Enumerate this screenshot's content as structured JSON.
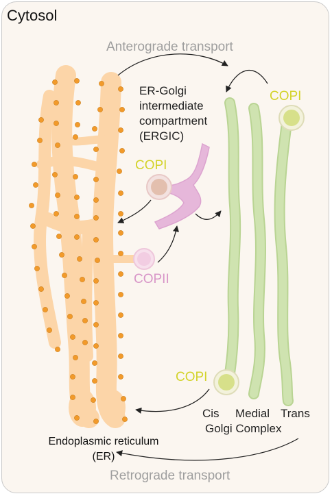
{
  "title": "Cytosol",
  "arrows": {
    "anterograde": "Anterograde transport",
    "retrograde": "Retrograde transport"
  },
  "ergic": {
    "line1": "ER-Golgi",
    "line2": "intermediate",
    "line3": "compartment",
    "line4": "(ERGIC)"
  },
  "vesicles": {
    "copi_top": "COPI",
    "copi_mid": "COPI",
    "copii": "COPII",
    "copi_bottom": "COPI"
  },
  "golgi": {
    "cis": "Cis",
    "medial": "Medial",
    "trans": "Trans",
    "complex": "Golgi Complex"
  },
  "er": {
    "line1": "Endoplasmic reticulum",
    "line2": "(ER)"
  },
  "colors": {
    "er_fill": "#fcd5a8",
    "ribosome": "#f29a2a",
    "golgi_fill": "#cfe3b0",
    "ergic_fill": "#e6b7da",
    "copi_text": "#d3d32a",
    "copii_text": "#d896c8",
    "arrow_label": "#9e9e9e"
  }
}
